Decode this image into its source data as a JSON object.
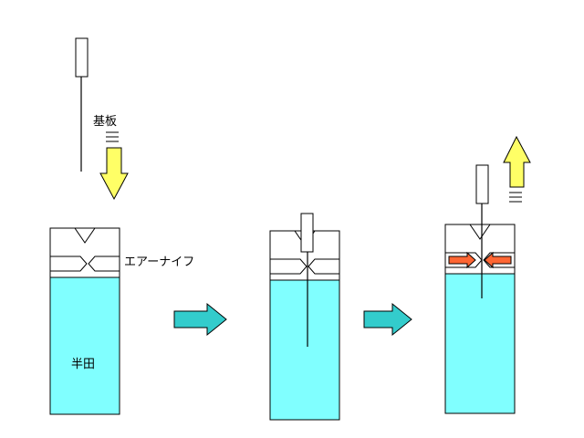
{
  "labels": {
    "substrate": "基板",
    "air_knife": "エアーナイフ",
    "solder": "半田"
  },
  "colors": {
    "solder": "#80ffff",
    "step_arrow": "#33cccc",
    "dip_arrow": "#ffff66",
    "air_flow": "#ff6633",
    "outline": "#000000"
  }
}
